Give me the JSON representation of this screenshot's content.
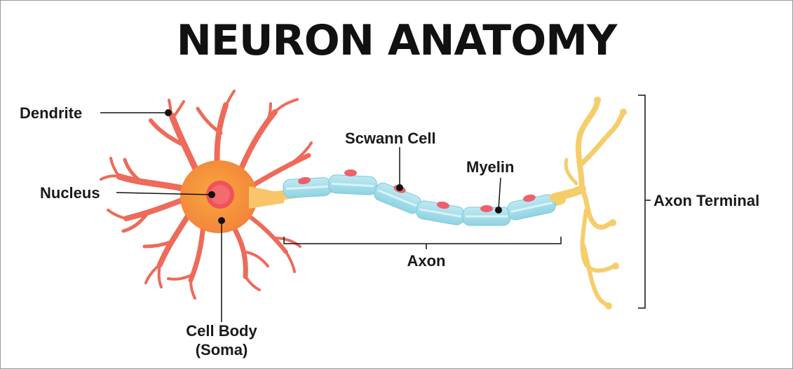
{
  "title": "NEURON ANATOMY",
  "labels": {
    "dendrite": "Dendrite",
    "nucleus": "Nucleus",
    "cell_body_line1": "Cell Body",
    "cell_body_line2": "(Soma)",
    "schwann_cell": "Scwann Cell",
    "myelin": "Myelin",
    "axon": "Axon",
    "axon_terminal": "Axon Terminal"
  },
  "colors": {
    "dendrite": "#ee6a5a",
    "soma": "#f9a03c",
    "nucleus": "#f2505a",
    "axon": "#f6cd6b",
    "myelin": "#a8e0ec",
    "schwann_nucleus": "#ef6069",
    "ink": "#111111"
  }
}
